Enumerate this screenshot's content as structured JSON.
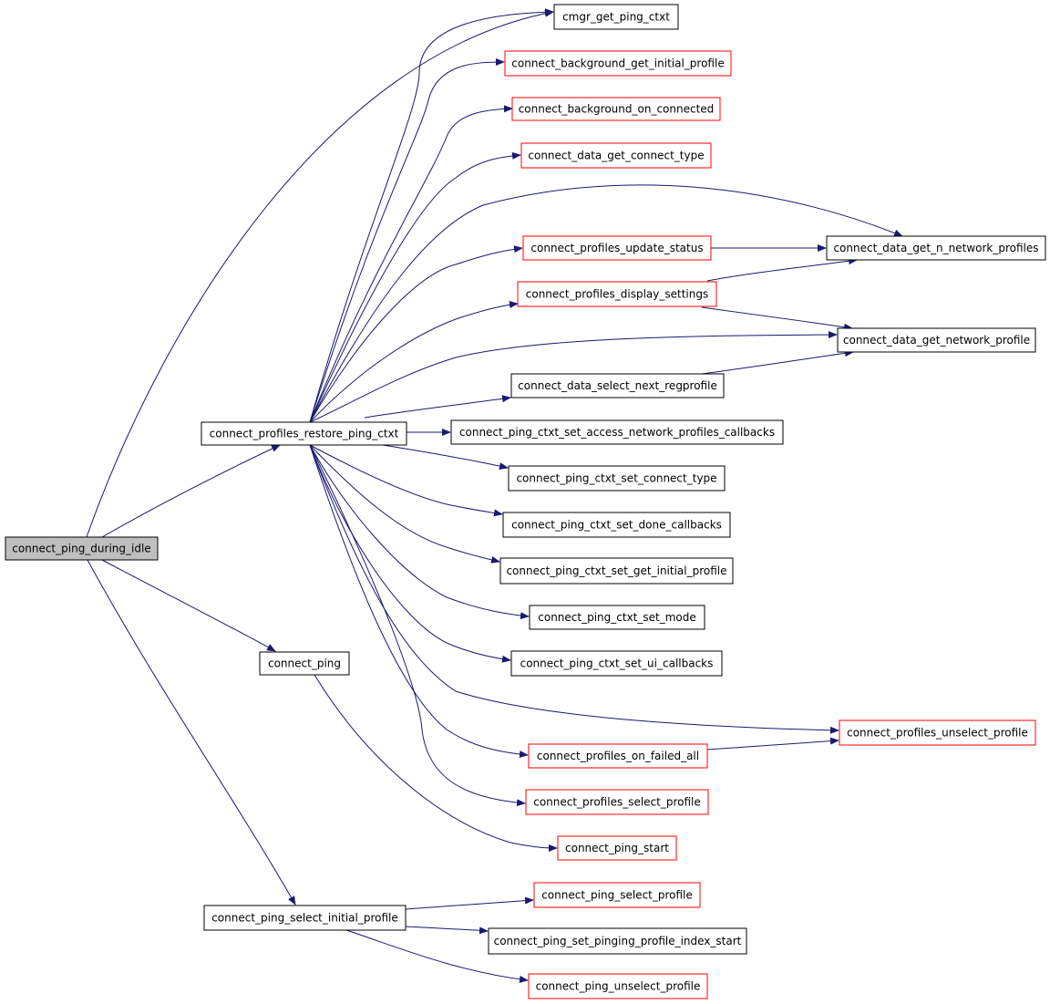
{
  "colors": {
    "edge": "#191970",
    "root_fill": "#bfbfbf",
    "plain_border": "#000000",
    "linked_border": "#ff0000",
    "background": "#ffffff"
  },
  "nodes": {
    "n_root": {
      "label": "connect_ping_during_idle",
      "kind": "root"
    },
    "n_restore": {
      "label": "connect_profiles_restore_ping_ctxt",
      "kind": "plain"
    },
    "n_ping": {
      "label": "connect_ping",
      "kind": "plain"
    },
    "n_select_initial": {
      "label": "connect_ping_select_initial_profile",
      "kind": "plain"
    },
    "n_cmgr": {
      "label": "cmgr_get_ping_ctxt",
      "kind": "plain"
    },
    "n_bg_initial": {
      "label": "connect_background_get_initial_profile",
      "kind": "linked"
    },
    "n_bg_connected": {
      "label": "connect_background_on_connected",
      "kind": "linked"
    },
    "n_data_type": {
      "label": "connect_data_get_connect_type",
      "kind": "linked"
    },
    "n_update_status": {
      "label": "connect_profiles_update_status",
      "kind": "linked"
    },
    "n_get_n": {
      "label": "connect_data_get_n_network_profiles",
      "kind": "plain"
    },
    "n_display": {
      "label": "connect_profiles_display_settings",
      "kind": "linked"
    },
    "n_get_np": {
      "label": "connect_data_get_network_profile",
      "kind": "plain"
    },
    "n_next_reg": {
      "label": "connect_data_select_next_regprofile",
      "kind": "plain"
    },
    "n_set_access": {
      "label": "connect_ping_ctxt_set_access_network_profiles_callbacks",
      "kind": "plain"
    },
    "n_set_type": {
      "label": "connect_ping_ctxt_set_connect_type",
      "kind": "plain"
    },
    "n_set_done": {
      "label": "connect_ping_ctxt_set_done_callbacks",
      "kind": "plain"
    },
    "n_set_init": {
      "label": "connect_ping_ctxt_set_get_initial_profile",
      "kind": "plain"
    },
    "n_set_mode": {
      "label": "connect_ping_ctxt_set_mode",
      "kind": "plain"
    },
    "n_set_ui": {
      "label": "connect_ping_ctxt_set_ui_callbacks",
      "kind": "plain"
    },
    "n_unselect": {
      "label": "connect_profiles_unselect_profile",
      "kind": "linked"
    },
    "n_failed": {
      "label": "connect_profiles_on_failed_all",
      "kind": "linked"
    },
    "n_psel": {
      "label": "connect_profiles_select_profile",
      "kind": "linked"
    },
    "n_pstart": {
      "label": "connect_ping_start",
      "kind": "linked"
    },
    "n_pingsel": {
      "label": "connect_ping_select_profile",
      "kind": "linked"
    },
    "n_pinging_idx": {
      "label": "connect_ping_set_pinging_profile_index_start",
      "kind": "plain"
    },
    "n_ping_unsel": {
      "label": "connect_ping_unselect_profile",
      "kind": "linked"
    }
  },
  "edges": [
    [
      "n_root",
      "n_cmgr"
    ],
    [
      "n_root",
      "n_restore"
    ],
    [
      "n_root",
      "n_ping"
    ],
    [
      "n_root",
      "n_select_initial"
    ],
    [
      "n_restore",
      "n_cmgr"
    ],
    [
      "n_restore",
      "n_bg_initial"
    ],
    [
      "n_restore",
      "n_bg_connected"
    ],
    [
      "n_restore",
      "n_data_type"
    ],
    [
      "n_restore",
      "n_get_n"
    ],
    [
      "n_restore",
      "n_update_status"
    ],
    [
      "n_restore",
      "n_display"
    ],
    [
      "n_restore",
      "n_get_np"
    ],
    [
      "n_restore",
      "n_next_reg"
    ],
    [
      "n_restore",
      "n_set_access"
    ],
    [
      "n_restore",
      "n_set_type"
    ],
    [
      "n_restore",
      "n_set_done"
    ],
    [
      "n_restore",
      "n_set_init"
    ],
    [
      "n_restore",
      "n_set_mode"
    ],
    [
      "n_restore",
      "n_set_ui"
    ],
    [
      "n_restore",
      "n_unselect"
    ],
    [
      "n_restore",
      "n_failed"
    ],
    [
      "n_restore",
      "n_psel"
    ],
    [
      "n_update_status",
      "n_get_n"
    ],
    [
      "n_display",
      "n_get_n"
    ],
    [
      "n_display",
      "n_get_np"
    ],
    [
      "n_next_reg",
      "n_get_np"
    ],
    [
      "n_failed",
      "n_unselect"
    ],
    [
      "n_ping",
      "n_pstart"
    ],
    [
      "n_select_initial",
      "n_pingsel"
    ],
    [
      "n_select_initial",
      "n_pinging_idx"
    ],
    [
      "n_select_initial",
      "n_ping_unsel"
    ]
  ]
}
